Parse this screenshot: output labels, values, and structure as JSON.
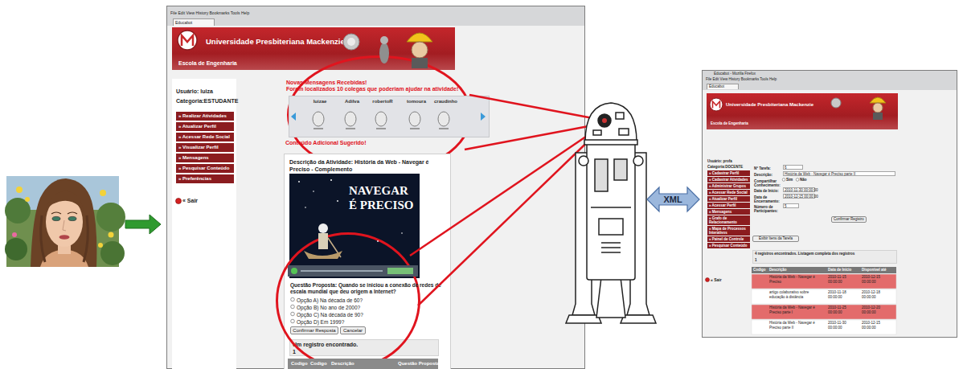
{
  "diagram": {
    "nodes": [
      {
        "text": [
          "File Edit View History Bookmarks Tools Help"
        ]
      },
      {
        "text": [
          "Educabot"
        ],
        "in": 0
      },
      {
        "text": [
          "Universidade Presbiteriana Mackenzie",
          "Escola de Engenharia"
        ],
        "in": 0
      },
      {
        "text": [
          "Usuário: luiza",
          "Categoria:ESTUDANTE"
        ],
        "in": 0
      },
      {
        "text": [
          "» Realizar Atividades"
        ],
        "in": 3
      },
      {
        "text": [
          "» Atualizar Perfil"
        ],
        "in": 3
      },
      {
        "text": [
          "» Acessar Rede Social"
        ],
        "in": 3
      },
      {
        "text": [
          "» Visualizar Perfil"
        ],
        "in": 3
      },
      {
        "text": [
          "» Mensagens"
        ],
        "in": 3
      },
      {
        "text": [
          "» Pesquisar Conteúdo"
        ],
        "in": 3
      },
      {
        "text": [
          "» Preferências"
        ],
        "in": 3
      },
      {
        "text": [
          "Novas Mensagens Recebidas!",
          "Foram localizados 10 colegas que poderiam ajudar na atividade!"
        ],
        "in": 0
      },
      {
        "text": [
          "luizae",
          "Adilva",
          "robertoR",
          "tomoura",
          "craudinho"
        ],
        "in": 11
      },
      {
        "text": [
          "Descrição da Atividade: História da Web - Navegar é Preciso - Complemento"
        ],
        "in": 0
      },
      {
        "text": [
          "NAVEGAR É PRECISO"
        ],
        "in": 13
      },
      {
        "text": [
          "Questão Proposta: Quando se iniciou a conexão de redes de escala mundial que deu origem a Internet?",
          "Opção A) Na década de 60?",
          "Opção B) No ano de 2000?",
          "Opção C) Na década de 90?",
          "Opção D) Em 1999?"
        ],
        "in": 0
      },
      {
        "text": [
          "Confirmar Resposta"
        ],
        "in": 15
      },
      {
        "text": [
          "Cancelar"
        ],
        "in": 15
      },
      {
        "text": [
          "Um registro encontrado.",
          "1"
        ],
        "in": 13
      },
      {
        "text": [
          "Educabot - Mozilla Firefox",
          "File Edit View History Bookmarks Tools Help"
        ]
      },
      {
        "text": [
          "Educabot"
        ],
        "in": 19
      },
      {
        "text": [
          "Universidade Presbiteriana Mackenzie",
          "Escola de Engenharia"
        ],
        "in": 19
      },
      {
        "text": [
          "Usuário: profa",
          "Categoria:DOCENTE"
        ],
        "in": 19
      },
      {
        "text": [
          "» Cadastrar Perfil"
        ],
        "in": 22
      },
      {
        "text": [
          "» Cadastrar Atividades"
        ],
        "in": 22
      },
      {
        "text": [
          "» Administrar Grupos"
        ],
        "in": 22
      },
      {
        "text": [
          "» Acessar Rede Social"
        ],
        "in": 22
      },
      {
        "text": [
          "» Atualizar Perfil"
        ],
        "in": 22
      },
      {
        "text": [
          "» Acessar Perfil"
        ],
        "in": 22
      },
      {
        "text": [
          "» Mensagens"
        ],
        "in": 22
      },
      {
        "text": [
          "» Grafo de Relacionamento"
        ],
        "in": 22
      },
      {
        "text": [
          "» Mapa de Processos Interativos"
        ],
        "in": 22
      },
      {
        "text": [
          "» Painel de Controle"
        ],
        "in": 22
      },
      {
        "text": [
          "» Pesquisar Conteúdo"
        ],
        "in": 22
      },
      {
        "text": [
          "Nº Tarefa:",
          "Descrição:",
          "Compartilhar Conhecimento:",
          "Data de Início:",
          "Data de Encerramento:",
          "Número de Participantes:"
        ],
        "in": 19
      },
      {
        "text": [
          "6"
        ],
        "in": 34
      },
      {
        "text": [
          "História da Web - Navegar é Preciso parte II"
        ],
        "in": 34
      },
      {
        "text": [
          "2010-11-30 00:00:00"
        ],
        "in": 34
      },
      {
        "text": [
          "2010-12-15 00:00:00"
        ],
        "in": 34
      },
      {
        "text": [
          "5"
        ],
        "in": 34
      },
      {
        "text": [
          "Confirmar Registro"
        ],
        "in": 34
      },
      {
        "text": [
          "Exibir Itens da Tarefa"
        ],
        "in": 19
      },
      {
        "text": [
          "4 registros encontrados. Listagem completa dos registros",
          "1"
        ],
        "in": 19
      }
    ],
    "labels": [
      "« Sair",
      "Conteúdo Adicional Sugerido!",
      "Codigo",
      "Codigo",
      "Descrição",
      "Questão Proposta",
      "XML",
      "Sim",
      "Não",
      "« Sair",
      "Codigo",
      "Descrição",
      "Data de Início",
      "Disponível até",
      "História da Web - Navegar é Preciso",
      "2010-11-15 00:00:00",
      "2010-12-15 00:00:00",
      "artigo colaborativo sobre educação à distância",
      "2010-11-18 00:00:00",
      "2010-12-18 00:00:00",
      "História da Web - Navegar é Preciso parte I",
      "2010-11-25 00:00:00",
      "2010-12-20 00:00:00",
      "História da Web - Navegar é Preciso parte II",
      "2010-11-30 00:00:00",
      "2010-12-15 00:00:00"
    ]
  }
}
